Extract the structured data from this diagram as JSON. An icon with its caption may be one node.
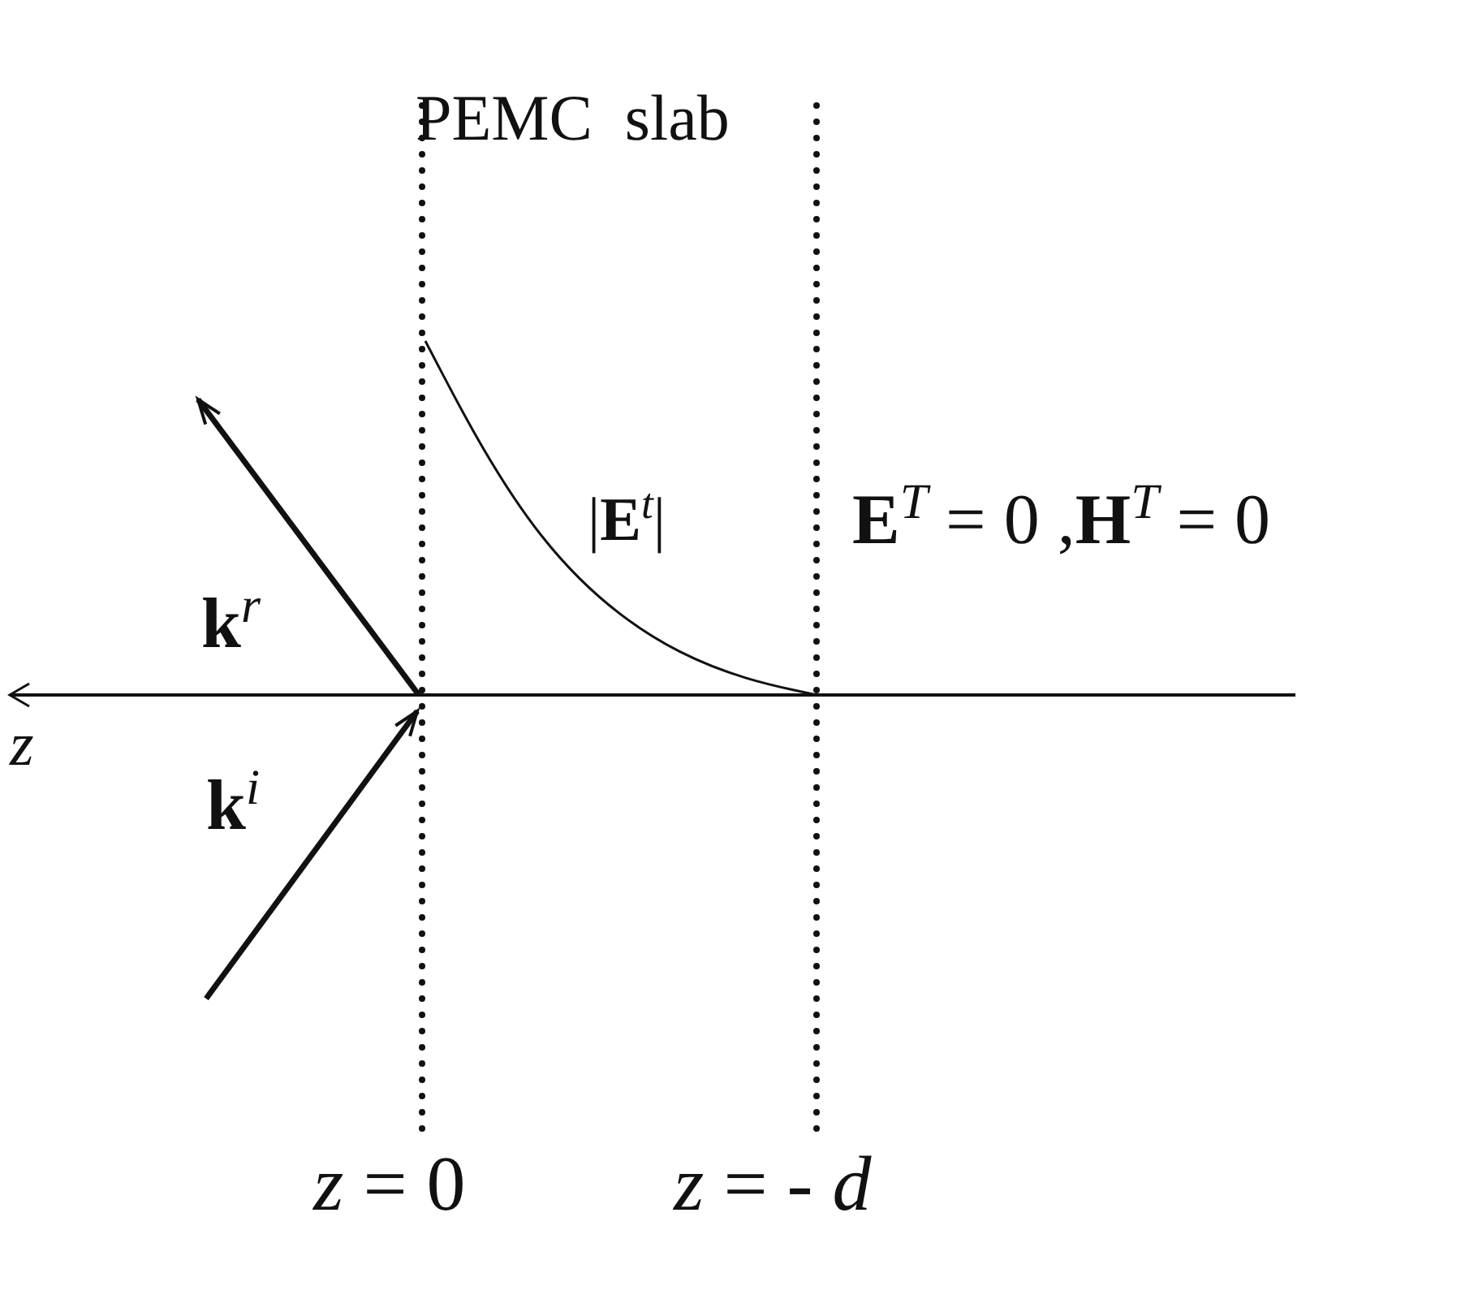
{
  "diagram": {
    "labels": [
      "PEMC  slab",
      "|**E**$^{t}$|",
      "**E**$^{T}$ = 0 ,**H**$^{T}$ = 0",
      "**k**$^{r}$",
      "**k**$^{i}$",
      "z",
      "*z* = 0",
      "*z* = - *d*"
    ]
  }
}
